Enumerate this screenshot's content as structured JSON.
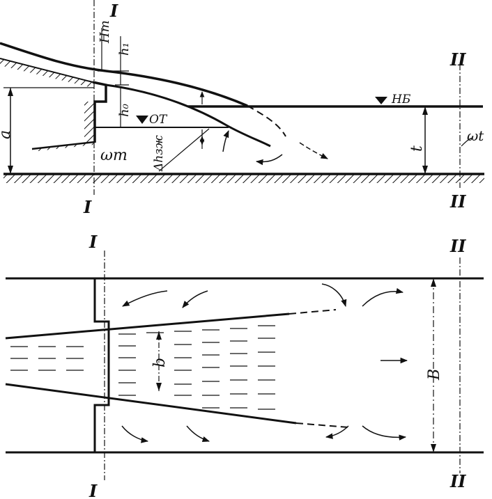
{
  "section_labels": {
    "I_top_profile": "I",
    "I_bottom_profile": "I",
    "II_top_profile": "II",
    "II_bottom_profile": "II",
    "I_top_plan": "I",
    "I_bottom_plan": "I",
    "II_top_plan": "II",
    "II_bottom_plan": "II"
  },
  "profile_labels": {
    "H_T": "Hт",
    "h_1": "h₁",
    "h_0": "h₀",
    "a": "a",
    "OT": "ОТ",
    "HB": "НБ",
    "omega_T": "ωт",
    "delta_h": "Δhзж",
    "t": "t",
    "omega_t": "ωt"
  },
  "plan_labels": {
    "b": "b",
    "B": "B"
  },
  "colors": {
    "ink": "#111111",
    "background": "#ffffff"
  }
}
